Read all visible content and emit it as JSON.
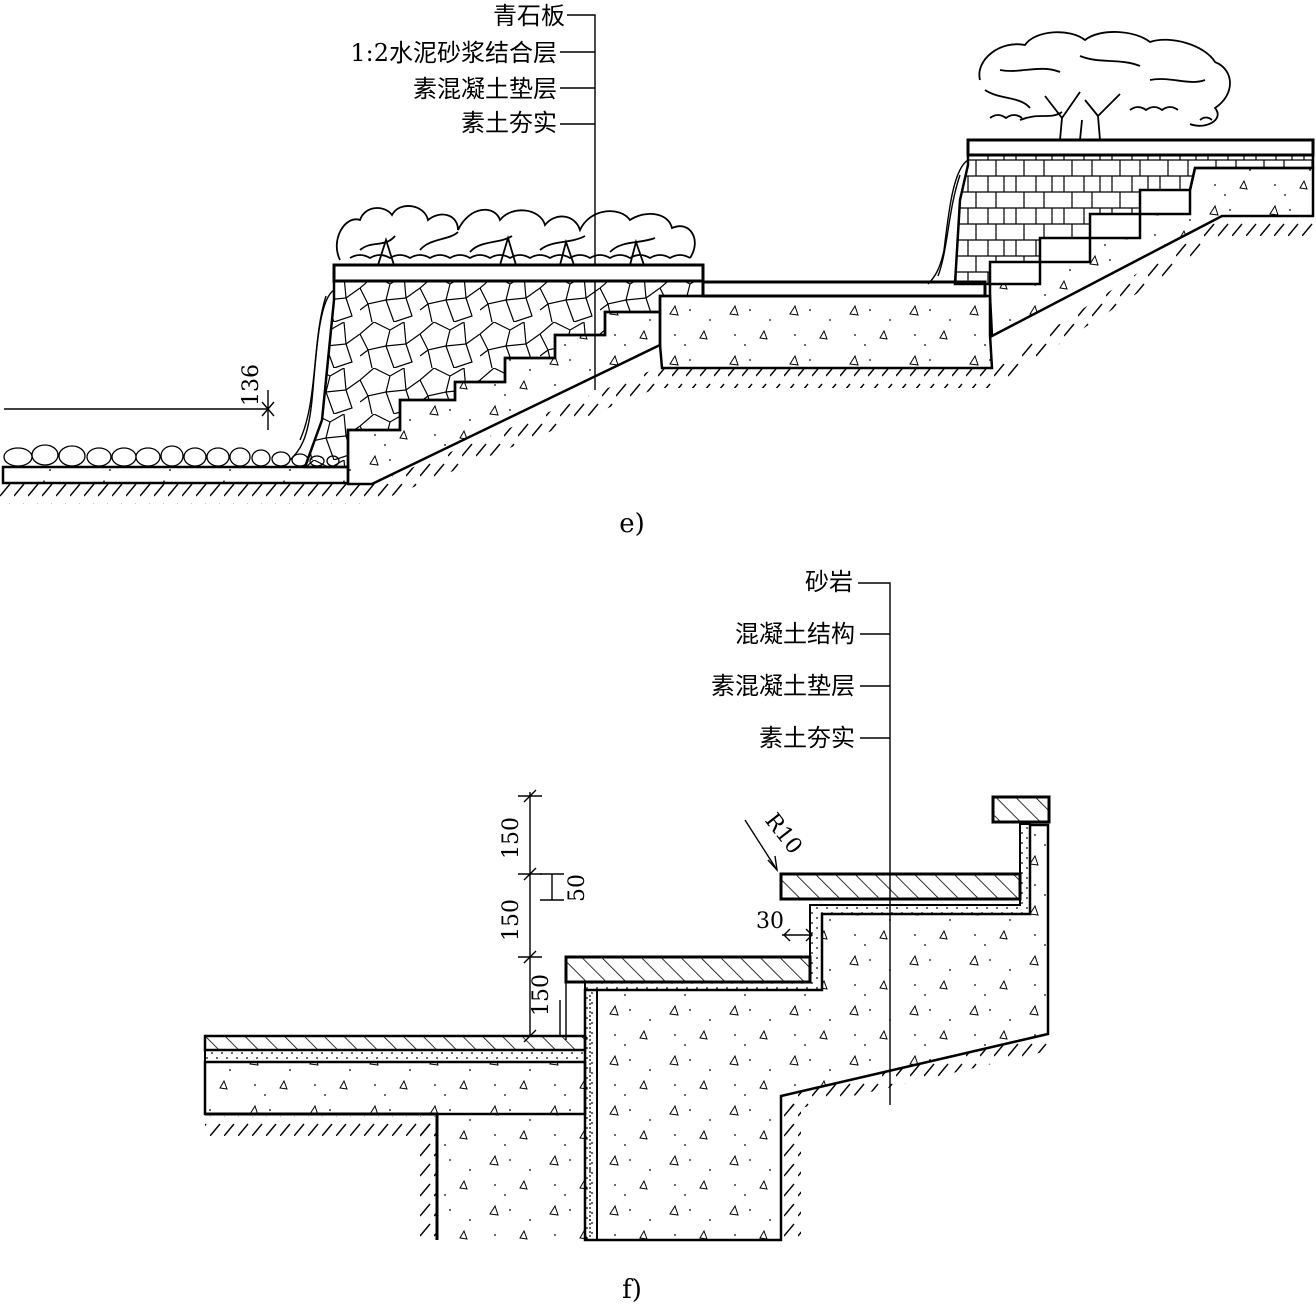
{
  "figure_e": {
    "caption": "e)",
    "labels": [
      "青石板",
      "1:2水泥砂浆结合层",
      "素混凝土垫层",
      "素土夯实"
    ],
    "dimension": "136"
  },
  "figure_f": {
    "caption": "f)",
    "labels": [
      "砂岩",
      "混凝土结构",
      "素混凝土垫层",
      "素土夯实"
    ],
    "dimensions": {
      "riser_1": "150",
      "riser_2": "150",
      "riser_3": "150",
      "offset": "50",
      "gap": "30",
      "radius": "R10"
    }
  }
}
